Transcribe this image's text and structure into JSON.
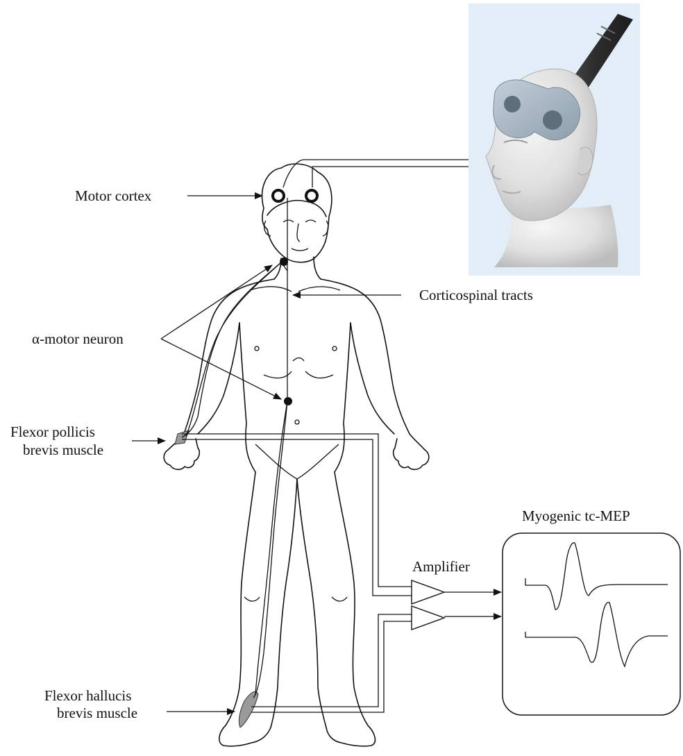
{
  "labels": {
    "motor_cortex": "Motor cortex",
    "corticospinal_tracts": "Corticospinal tracts",
    "alpha_motor_neuron": "α-motor neuron",
    "flexor_pollicis_line1": "Flexor pollicis",
    "flexor_pollicis_line2": "brevis muscle",
    "flexor_hallucis_line1": "Flexor hallucis",
    "flexor_hallucis_line2": "brevis muscle",
    "amplifier": "Amplifier",
    "myogenic": "Myogenic tc-MEP"
  },
  "colors": {
    "line": "#111111",
    "photo_background": "#e3edf7",
    "coil_color": "#a7b5c2",
    "head_color": "#e4e4e4",
    "handle_color": "#3a3a3a",
    "muscle_fill": "#9a9a9a"
  }
}
